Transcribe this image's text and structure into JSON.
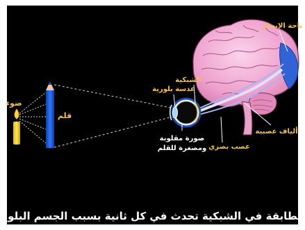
{
  "labels": {
    "light": "ضوء",
    "pen": "قلم",
    "lens": "عدسة بلورية",
    "retina": "الشبكية",
    "visual_area": "باحة الإبصار",
    "nerve_fibers": "ألياف عصبية",
    "optic_nerve": "عصب بصري",
    "image_line1": "صورة مقلوبة",
    "image_line2": "ومصغرة للقلم"
  },
  "caption": "المطابقة في الشبكية تحدث في كل ثانية بسبب الجسم البلوري",
  "colors": {
    "background": "#000000",
    "label_text": "#f3c24a",
    "caption_text": "#ffffff",
    "pen": "#1c5fe0",
    "brain": "#f0a8d0",
    "visual_cortex": "#2f63d6",
    "nerve": "#bfc8f0"
  }
}
